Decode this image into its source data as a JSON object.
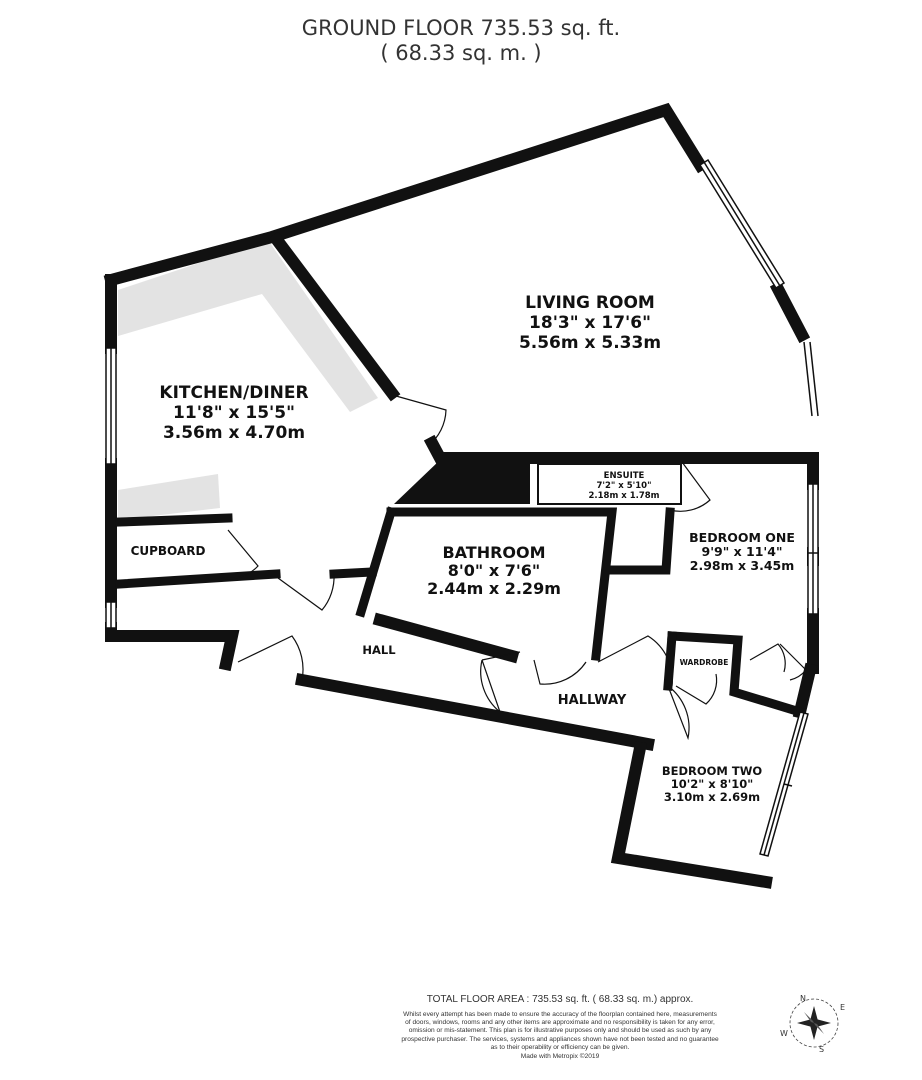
{
  "header": {
    "title": "GROUND FLOOR 735.53 sq. ft.",
    "subtitle": "( 68.33 sq. m. )"
  },
  "rooms": {
    "living": {
      "name": "LIVING ROOM",
      "imperial": "18'3\" x 17'6\"",
      "metric": "5.56m x 5.33m"
    },
    "kitchen": {
      "name": "KITCHEN/DINER",
      "imperial": "11'8\" x 15'5\"",
      "metric": "3.56m x 4.70m"
    },
    "bathroom": {
      "name": "BATHROOM",
      "imperial": "8'0\" x 7'6\"",
      "metric": "2.44m x 2.29m"
    },
    "ensuite": {
      "name": "ENSUITE",
      "imperial": "7'2\" x 5'10\"",
      "metric": "2.18m x 1.78m"
    },
    "bedroom_one": {
      "name": "BEDROOM ONE",
      "imperial": "9'9\" x 11'4\"",
      "metric": "2.98m x 3.45m"
    },
    "bedroom_two": {
      "name": "BEDROOM TWO",
      "imperial": "10'2\" x 8'10\"",
      "metric": "3.10m x 2.69m"
    },
    "cupboard": {
      "name": "CUPBOARD"
    },
    "wardrobe": {
      "name": "WARDROBE"
    },
    "hall": {
      "name": "HALL"
    },
    "hallway": {
      "name": "HALLWAY"
    }
  },
  "footer": {
    "total": "TOTAL FLOOR AREA : 735.53 sq. ft. ( 68.33 sq. m.) approx.",
    "disclaimer_lines": [
      "Whilst every attempt has been made to ensure the accuracy of the floorplan contained here, measurements",
      "of doors, windows, rooms and any other items are approximate and no responsibility is taken for any error,",
      "omission or mis-statement. This plan is for illustrative purposes only and should be used as such by any",
      "prospective purchaser. The services, systems and appliances shown have not been tested and no guarantee",
      "as to their operability or efficiency can be given."
    ],
    "made_with": "Made with Metropix ©2019"
  },
  "compass": {
    "n": "N",
    "e": "E",
    "s": "S",
    "w": "W"
  },
  "colors": {
    "wall": "#111111",
    "worktop": "#e3e3e3",
    "text": "#333333"
  }
}
